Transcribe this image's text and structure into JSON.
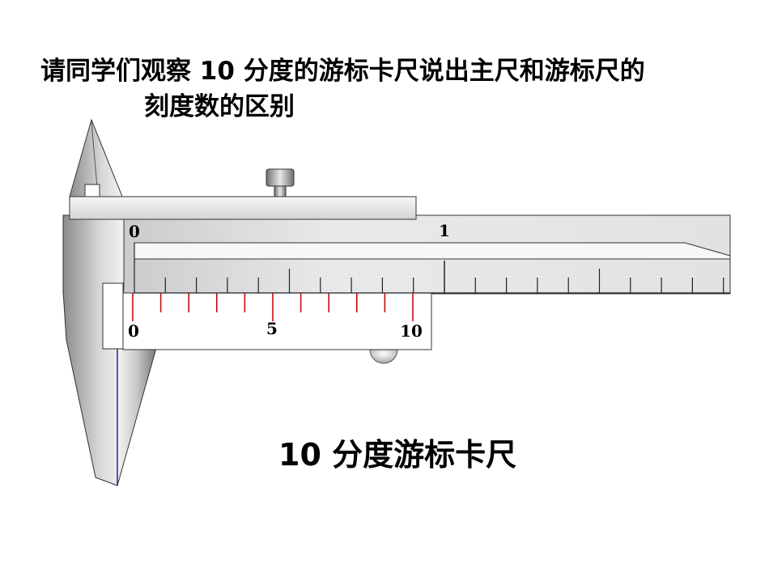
{
  "title": {
    "line1": "请同学们观察 10 分度的游标卡尺说出主尺和游标尺的",
    "line2": "刻度数的区别"
  },
  "main_scale": {
    "labels": [
      "0",
      "1"
    ]
  },
  "vernier_scale": {
    "divisions": 10,
    "labels": [
      "0",
      "5",
      "10"
    ]
  },
  "caption": "10 分度游标卡尺",
  "colors": {
    "vernier_tick": "#e00000",
    "body_dark": "#8f8f8f",
    "body_light": "#f4f4f4"
  }
}
